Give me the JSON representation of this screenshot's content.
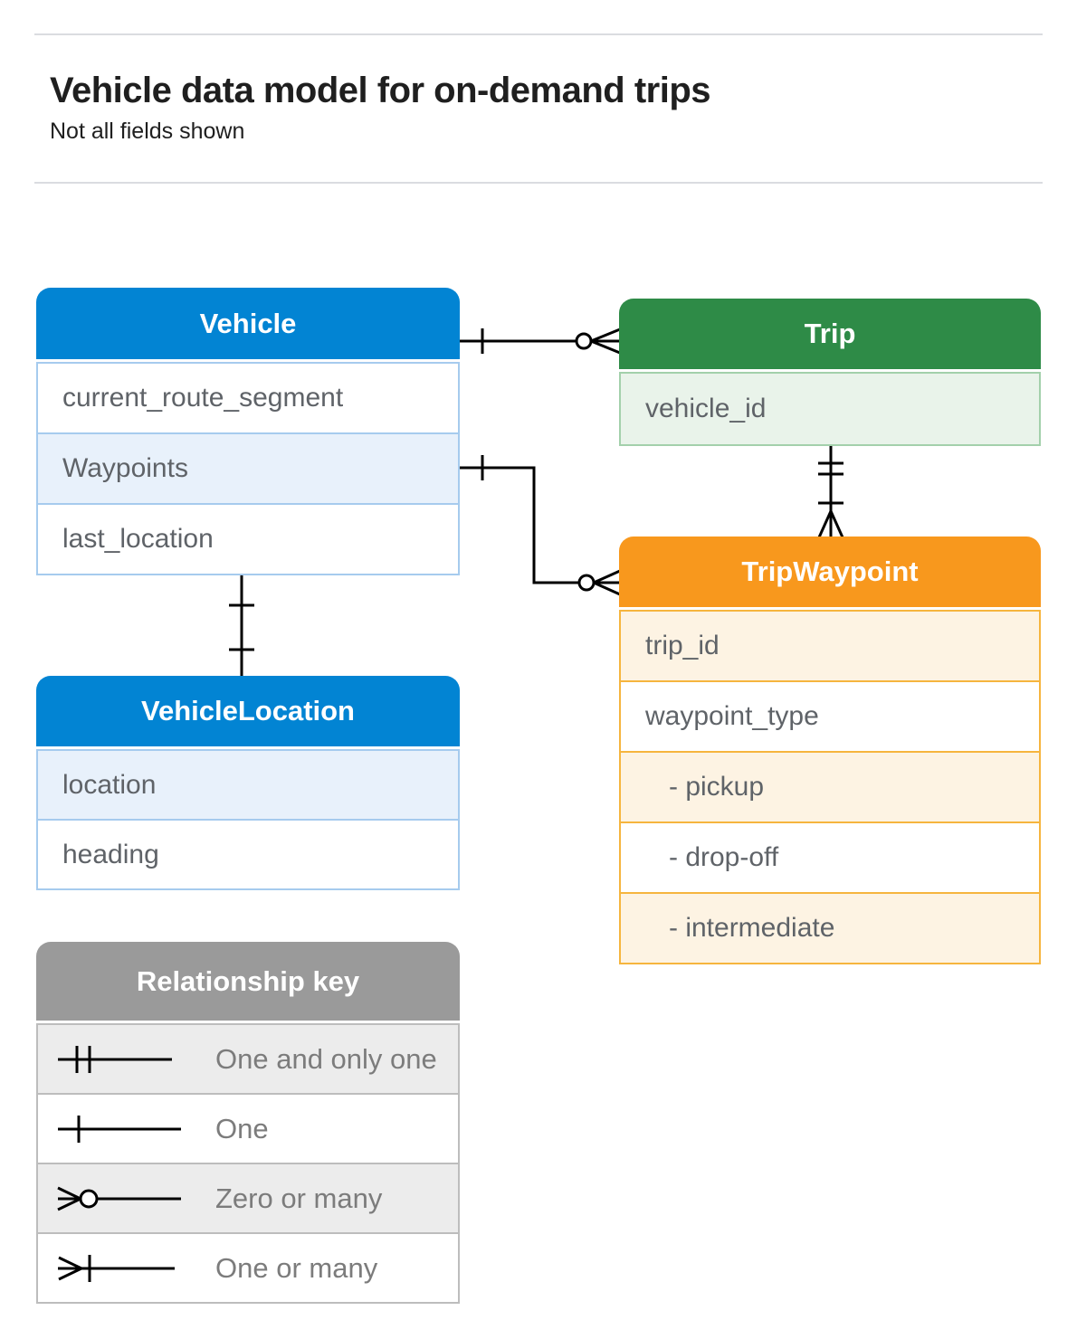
{
  "page": {
    "title": "Vehicle data model for on-demand trips",
    "subtitle": "Not all fields shown"
  },
  "tables": {
    "vehicle": {
      "title": "Vehicle",
      "fields": [
        "current_route_segment",
        "Waypoints",
        "last_location"
      ]
    },
    "trip": {
      "title": "Trip",
      "fields": [
        "vehicle_id"
      ]
    },
    "trip_waypoint": {
      "title": "TripWaypoint",
      "fields": [
        "trip_id",
        "waypoint_type",
        "- pickup",
        "- drop-off",
        "- intermediate"
      ]
    },
    "vehicle_location": {
      "title": "VehicleLocation",
      "fields": [
        "location",
        "heading"
      ]
    }
  },
  "legend": {
    "title": "Relationship key",
    "items": [
      {
        "symbol": "one-and-only-one-icon",
        "label": "One and only one"
      },
      {
        "symbol": "one-icon",
        "label": "One"
      },
      {
        "symbol": "zero-or-many-icon",
        "label": "Zero or many"
      },
      {
        "symbol": "one-or-many-icon",
        "label": "One or many"
      }
    ]
  },
  "relationships": [
    {
      "from": "Vehicle",
      "to": "Trip",
      "from_cardinality": "one",
      "to_cardinality": "zero-or-many"
    },
    {
      "from": "Vehicle.Waypoints",
      "to": "TripWaypoint",
      "from_cardinality": "one",
      "to_cardinality": "zero-or-many"
    },
    {
      "from": "Trip",
      "to": "TripWaypoint",
      "from_cardinality": "one-and-only-one",
      "to_cardinality": "one-or-many"
    },
    {
      "from": "Vehicle",
      "to": "VehicleLocation",
      "from_cardinality": "one",
      "to_cardinality": "one"
    }
  ],
  "colors": {
    "vehicle_blue": "#0284d3",
    "blue_tint": "#e8f1fb",
    "blue_border": "#a6cbee",
    "trip_green": "#2e8b47",
    "green_tint": "#e9f3ea",
    "green_border": "#a3d0ab",
    "waypoint_orange": "#f8981d",
    "orange_tint": "#fdf3e3",
    "orange_border": "#f6b53e",
    "key_gray": "#9a9a9a",
    "gray_tint": "#ececec",
    "gray_border": "#bdbdbd",
    "field_text": "#5f6368",
    "legend_text": "#7c7c7c",
    "title_text": "#1f1f1f",
    "divider": "#dadce0",
    "connector": "#000000"
  }
}
